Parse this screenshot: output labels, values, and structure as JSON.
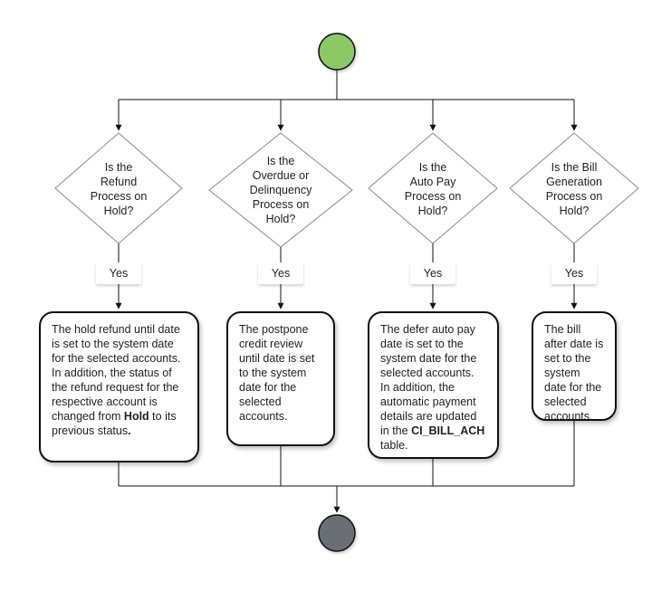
{
  "branches": [
    {
      "question": "Is the\nRefund\nProcess on\nHold?",
      "answer": "Yes",
      "action_parts": [
        {
          "t": "The hold refund until date is set to the system date for the selected accounts. In addition, the status of the refund request for the respective account is changed from "
        },
        {
          "t": "Hold",
          "b": true
        },
        {
          "t": " to its previous status"
        },
        {
          "t": ".",
          "b": true
        }
      ]
    },
    {
      "question": "Is the\nOverdue or\nDelinquency\nProcess on\nHold?",
      "answer": "Yes",
      "action_parts": [
        {
          "t": "The postpone credit review until date is set to the system date for the selected accounts."
        }
      ]
    },
    {
      "question": "Is the\nAuto Pay\nProcess on\nHold?",
      "answer": "Yes",
      "action_parts": [
        {
          "t": "The defer auto pay date is set to the system date for the selected accounts. In addition, the automatic payment details are updated in the "
        },
        {
          "t": "CI_BILL_ACH",
          "b": true
        },
        {
          "t": " table."
        }
      ]
    },
    {
      "question": "Is the Bill\nGeneration\nProcess on\nHold?",
      "answer": "Yes",
      "action_parts": [
        {
          "t": "The bill after date is set to the system date for the selected accounts."
        }
      ]
    }
  ],
  "colors": {
    "start_node": "#8dc866",
    "end_node": "#6b6e75"
  }
}
